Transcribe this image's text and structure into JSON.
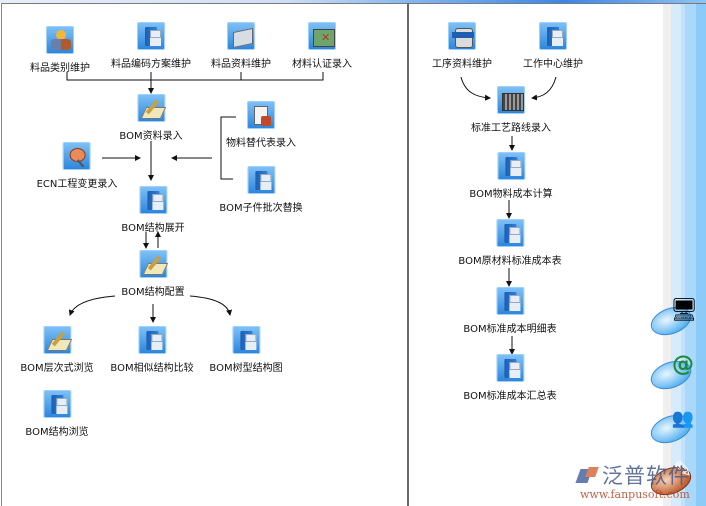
{
  "left_panel": {
    "nodes": [
      {
        "id": "n1",
        "label": "料品类别维护",
        "icon": "people-cubes-icon"
      },
      {
        "id": "n2",
        "label": "料品编码方案维护",
        "icon": "file-cabinet-icon"
      },
      {
        "id": "n3",
        "label": "料品资料维护",
        "icon": "card-drawer-icon"
      },
      {
        "id": "n4",
        "label": "材料认证录入",
        "icon": "certificate-card-icon"
      },
      {
        "id": "n5",
        "label": "BOM资料录入",
        "icon": "pen-pad-icon"
      },
      {
        "id": "n6",
        "label": "物料替代表录入",
        "icon": "document-hand-icon"
      },
      {
        "id": "n7",
        "label": "ECN工程变更录入",
        "icon": "pushpin-icon"
      },
      {
        "id": "n8",
        "label": "BOM子件批次替换",
        "icon": "file-cabinet-icon"
      },
      {
        "id": "n9",
        "label": "BOM结构展开",
        "icon": "file-cabinet-icon"
      },
      {
        "id": "n10",
        "label": "BOM结构配置",
        "icon": "pen-pad-icon"
      },
      {
        "id": "n11",
        "label": "BOM层次式浏览",
        "icon": "pen-pad-icon"
      },
      {
        "id": "n12",
        "label": "BOM相似结构比较",
        "icon": "file-cabinet-icon"
      },
      {
        "id": "n13",
        "label": "BOM树型结构图",
        "icon": "file-cabinet-icon"
      },
      {
        "id": "n14",
        "label": "BOM结构浏览",
        "icon": "file-cabinet-icon"
      }
    ]
  },
  "right_panel": {
    "nodes": [
      {
        "id": "r1",
        "label": "工序资料维护",
        "icon": "process-tool-icon"
      },
      {
        "id": "r2",
        "label": "工作中心维护",
        "icon": "file-cabinet-icon"
      },
      {
        "id": "r3",
        "label": "标准工艺路线录入",
        "icon": "machine-panel-icon"
      },
      {
        "id": "r4",
        "label": "BOM物料成本计算",
        "icon": "file-cabinet-icon"
      },
      {
        "id": "r5",
        "label": "BOM原材料标准成本表",
        "icon": "file-cabinet-icon"
      },
      {
        "id": "r6",
        "label": "BOM标准成本明细表",
        "icon": "file-cabinet-icon"
      },
      {
        "id": "r7",
        "label": "BOM标准成本汇总表",
        "icon": "file-cabinet-icon"
      }
    ]
  },
  "sidebar": {
    "buttons": [
      {
        "name": "computer-icon",
        "glyph": "🖥"
      },
      {
        "name": "email-at-icon",
        "glyph": "@"
      },
      {
        "name": "users-icon",
        "glyph": "👥"
      },
      {
        "name": "tools-icon",
        "glyph": "✎"
      }
    ]
  },
  "watermark": {
    "brand": "泛普软件",
    "url": "www.fanpusoft.com"
  }
}
